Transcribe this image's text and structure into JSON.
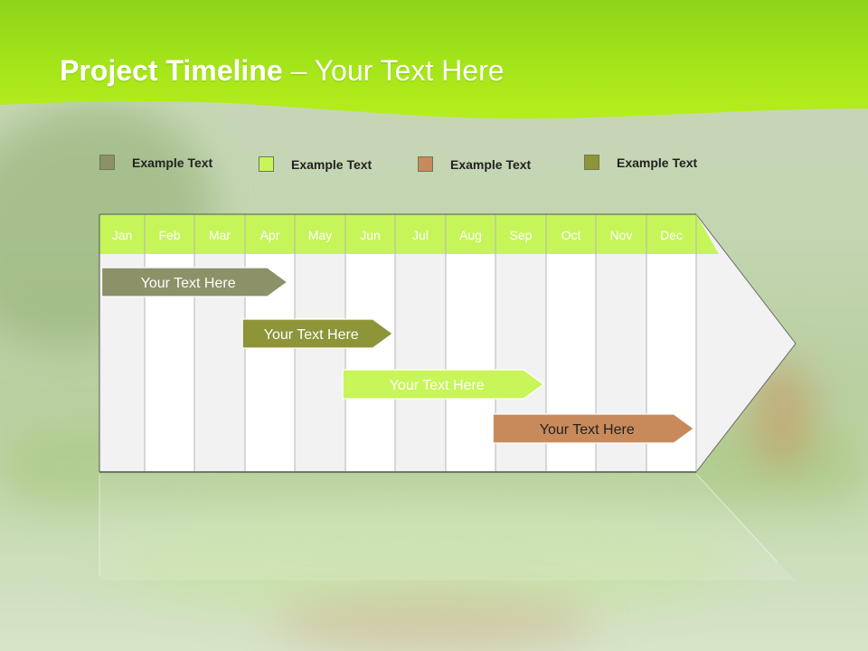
{
  "title": {
    "bold": "Project Timeline",
    "rest": " – Your Text Here"
  },
  "colors": {
    "header_green": "#a9e814",
    "month_header": "#c6f55a",
    "column_light": "#f2f2f2",
    "column_white": "#ffffff",
    "gray_green": "#8c9168",
    "olive": "#8e9438",
    "lime": "#c8f55a",
    "tan": "#c98a5b"
  },
  "legend": [
    {
      "label": "Example Text",
      "color": "#8c9168"
    },
    {
      "label": "Example Text",
      "color": "#c8f55a"
    },
    {
      "label": "Example Text",
      "color": "#c98a5b"
    },
    {
      "label": "Example Text",
      "color": "#8e9438"
    }
  ],
  "months": [
    "Jan",
    "Feb",
    "Mar",
    "Apr",
    "May",
    "Jun",
    "Jul",
    "Aug",
    "Sep",
    "Oct",
    "Nov",
    "Dec"
  ],
  "tasks": [
    {
      "label": "Your  Text Here",
      "start": 0.05,
      "end": 3.85,
      "row": 0,
      "color": "#8c9168",
      "text_color": "#ffffff"
    },
    {
      "label": "Your  Text Here",
      "start": 2.95,
      "end": 5.95,
      "row": 1,
      "color": "#8e9438",
      "text_color": "#ffffff"
    },
    {
      "label": "Your  Text Here",
      "start": 4.95,
      "end": 8.95,
      "row": 2,
      "color": "#c8f55a",
      "text_color": "#ffffff"
    },
    {
      "label": "Your  Text Here",
      "start": 7.95,
      "end": 11.95,
      "row": 3,
      "color": "#c98a5b",
      "text_color": "#222222"
    }
  ]
}
